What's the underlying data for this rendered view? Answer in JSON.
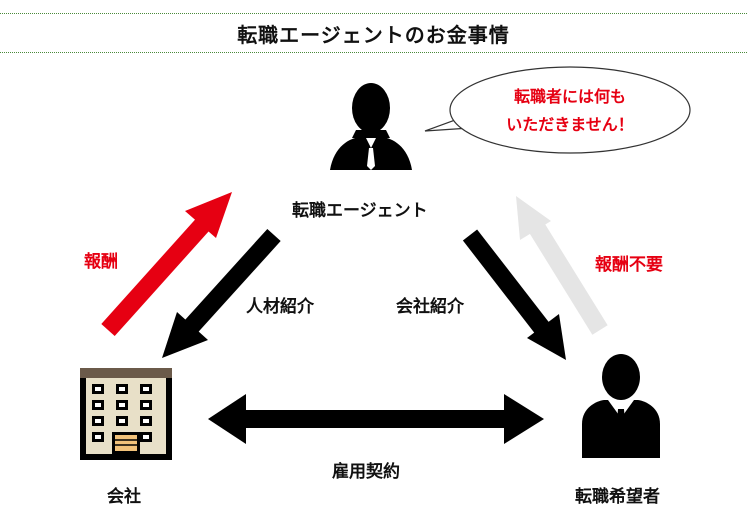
{
  "title": "転職エージェントのお金事情",
  "nodes": {
    "agent": "転職エージェント",
    "company": "会社",
    "candidate": "転職希望者"
  },
  "edges": {
    "reward": "報酬",
    "reward_not_needed": "報酬不要",
    "talent_intro": "人材紹介",
    "company_intro": "会社紹介",
    "employment_contract": "雇用契約"
  },
  "speech_bubble": {
    "line1": "転職者には何も",
    "line2": "いただきません！"
  },
  "colors": {
    "accent_red": "#e60012",
    "arrow_black": "#000000",
    "arrow_gray": "#e5e5e5",
    "title_border": "#4a8a3a"
  }
}
